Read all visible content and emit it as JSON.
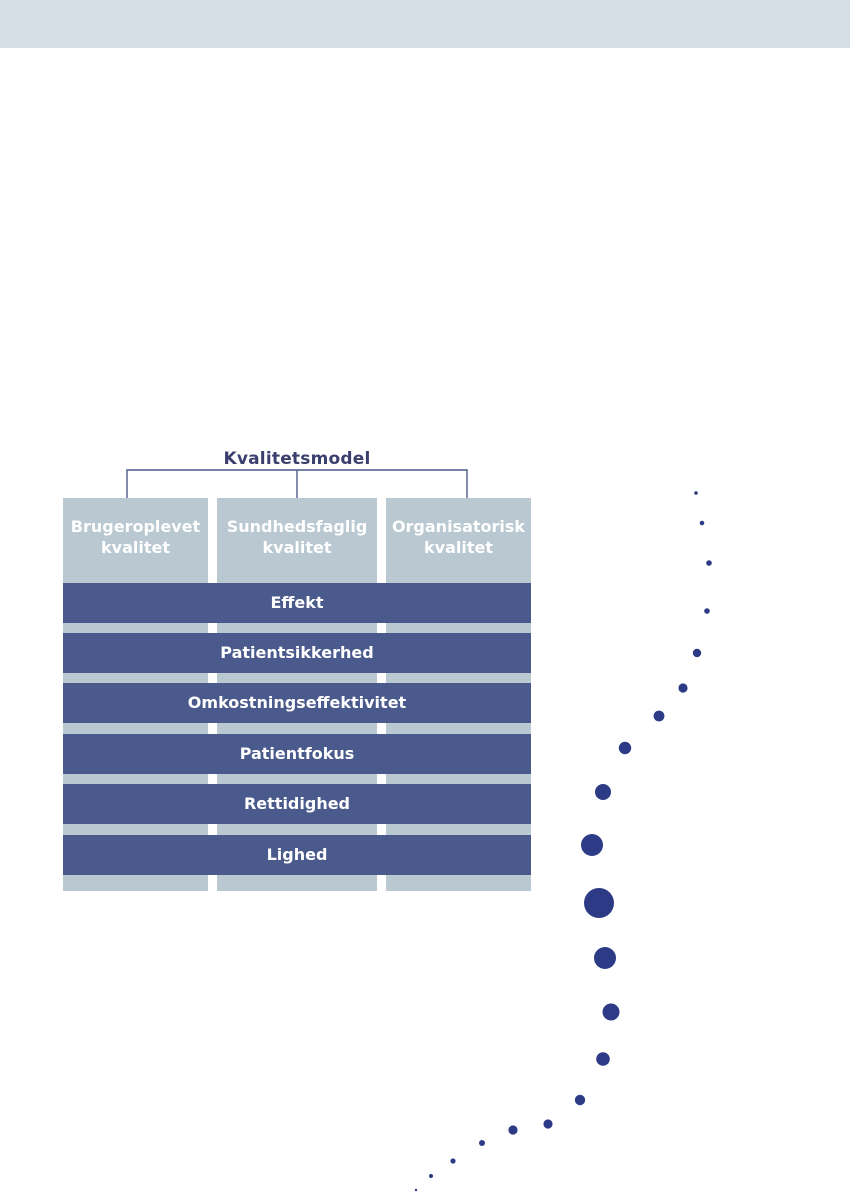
{
  "model": {
    "title": "Kvalitetsmodel",
    "columns": [
      "Brugeroplevet\nkvalitet",
      "Sundhedsfaglig\nkvalitet",
      "Organisatorisk\nkvalitet"
    ],
    "bands": [
      "Effekt",
      "Patientsikkerhed",
      "Omkostningseffektivitet",
      "Patientfokus",
      "Rettidighed",
      "Lighed"
    ]
  },
  "colors": {
    "band": "#4b5a8c",
    "column": "#b9c8d1",
    "dot": "#2d3a86",
    "top_bar": "#d5dfe5"
  }
}
